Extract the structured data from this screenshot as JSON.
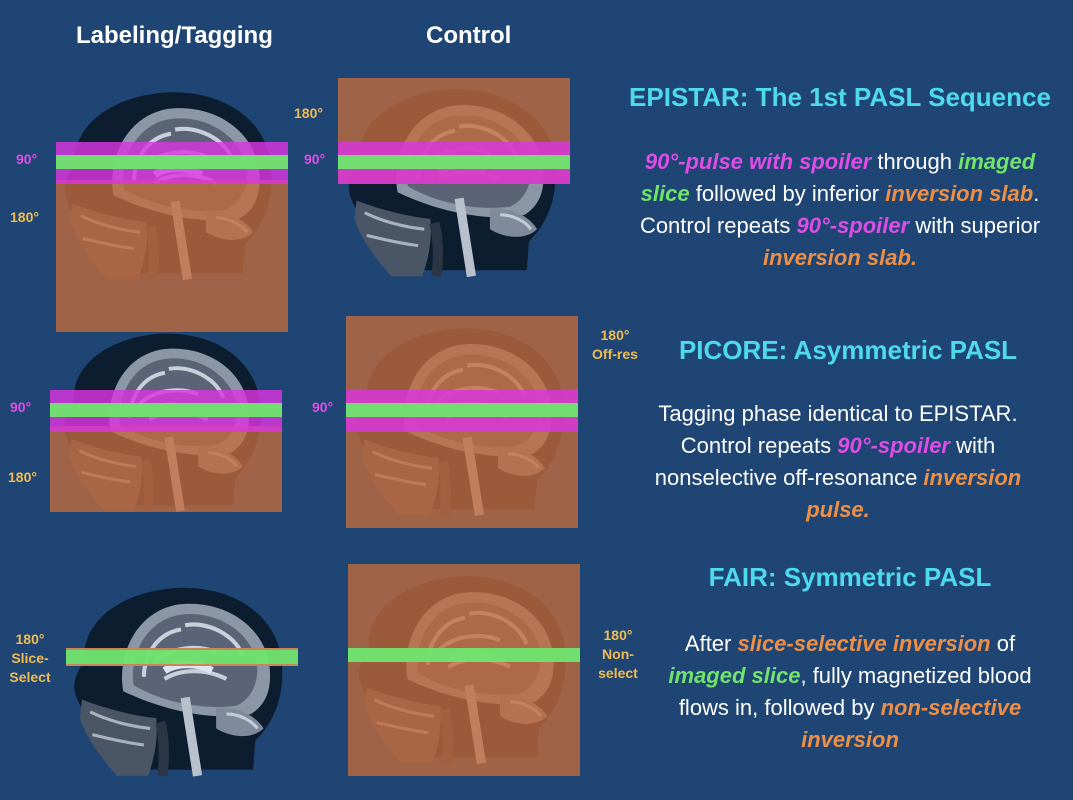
{
  "headers": {
    "labeling": "Labeling/Tagging",
    "control": "Control"
  },
  "colors": {
    "background": "#1e4573",
    "title": "#4fd9ec",
    "inversion": "#c46c3c",
    "saturation": "#da34e0",
    "imaged_slice": "#70e26e",
    "label_orange": "#f0bc52",
    "label_magenta": "#e04ce8"
  },
  "rows": [
    {
      "title": "EPISTAR: The 1st PASL Sequence",
      "description": [
        {
          "text": "90°-pulse with spoiler",
          "style": "m"
        },
        {
          "text": " through ",
          "style": ""
        },
        {
          "text": "imaged slice",
          "style": "g"
        },
        {
          "text": " followed by inferior ",
          "style": ""
        },
        {
          "text": "inversion slab",
          "style": "o"
        },
        {
          "text": ". Control repeats ",
          "style": ""
        },
        {
          "text": "90°-spoiler",
          "style": "m"
        },
        {
          "text": " with superior ",
          "style": ""
        },
        {
          "text": "inversion slab.",
          "style": "o"
        }
      ],
      "tag_labels": {
        "sat": "90°",
        "inv": "180°"
      },
      "control_labels": {
        "inv": "180°",
        "sat": "90°"
      }
    },
    {
      "title": "PICORE: Asymmetric PASL",
      "description": [
        {
          "text": "Tagging phase identical to EPISTAR. Control repeats ",
          "style": ""
        },
        {
          "text": "90°-spoiler",
          "style": "m"
        },
        {
          "text": " with nonselective off-resonance ",
          "style": ""
        },
        {
          "text": "inversion pulse.",
          "style": "o"
        }
      ],
      "tag_labels": {
        "sat": "90°",
        "inv": "180°"
      },
      "control_labels": {
        "inv": "180° Off-res",
        "sat": "90°"
      }
    },
    {
      "title": "FAIR: Symmetric PASL",
      "description": [
        {
          "text": "After ",
          "style": ""
        },
        {
          "text": "slice-selective inversion",
          "style": "o"
        },
        {
          "text": " of ",
          "style": ""
        },
        {
          "text": "imaged slice",
          "style": "g"
        },
        {
          "text": ", fully magnetized blood flows in, followed by ",
          "style": ""
        },
        {
          "text": "non-selective inversion",
          "style": "o"
        }
      ],
      "tag_labels": {
        "inv": "180° Slice-Select"
      },
      "control_labels": {
        "inv": "180° Non-select"
      }
    }
  ]
}
